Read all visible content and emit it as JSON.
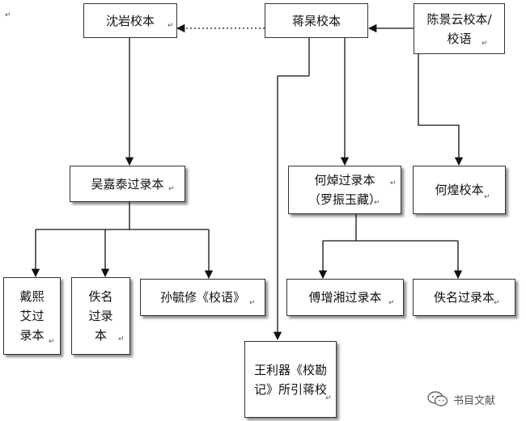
{
  "nodes": {
    "shenyan": "沈岩校本",
    "jianggao": "蒋杲校本",
    "chenjingyun": "陈景云校本/\n校语",
    "wujiatai": "吴嘉泰过录本",
    "hezhuo": "何焯过录本\n（罗振玉藏）",
    "hehuang": "何煌校本",
    "daixiai": "戴熙\n艾过\n录本",
    "yiming1": "佚名\n过录\n本",
    "sunyuxiu": "孙毓修《校语》",
    "fuzengxiang": "傅增湘过录本",
    "yiming2": "佚名过录本",
    "wangliqi": "王利器《校勘\n记》所引蒋校"
  },
  "marks": {
    "paragraph_mark": "↵"
  },
  "watermark": {
    "text": "书目文献",
    "icon": "wechat-icon"
  }
}
